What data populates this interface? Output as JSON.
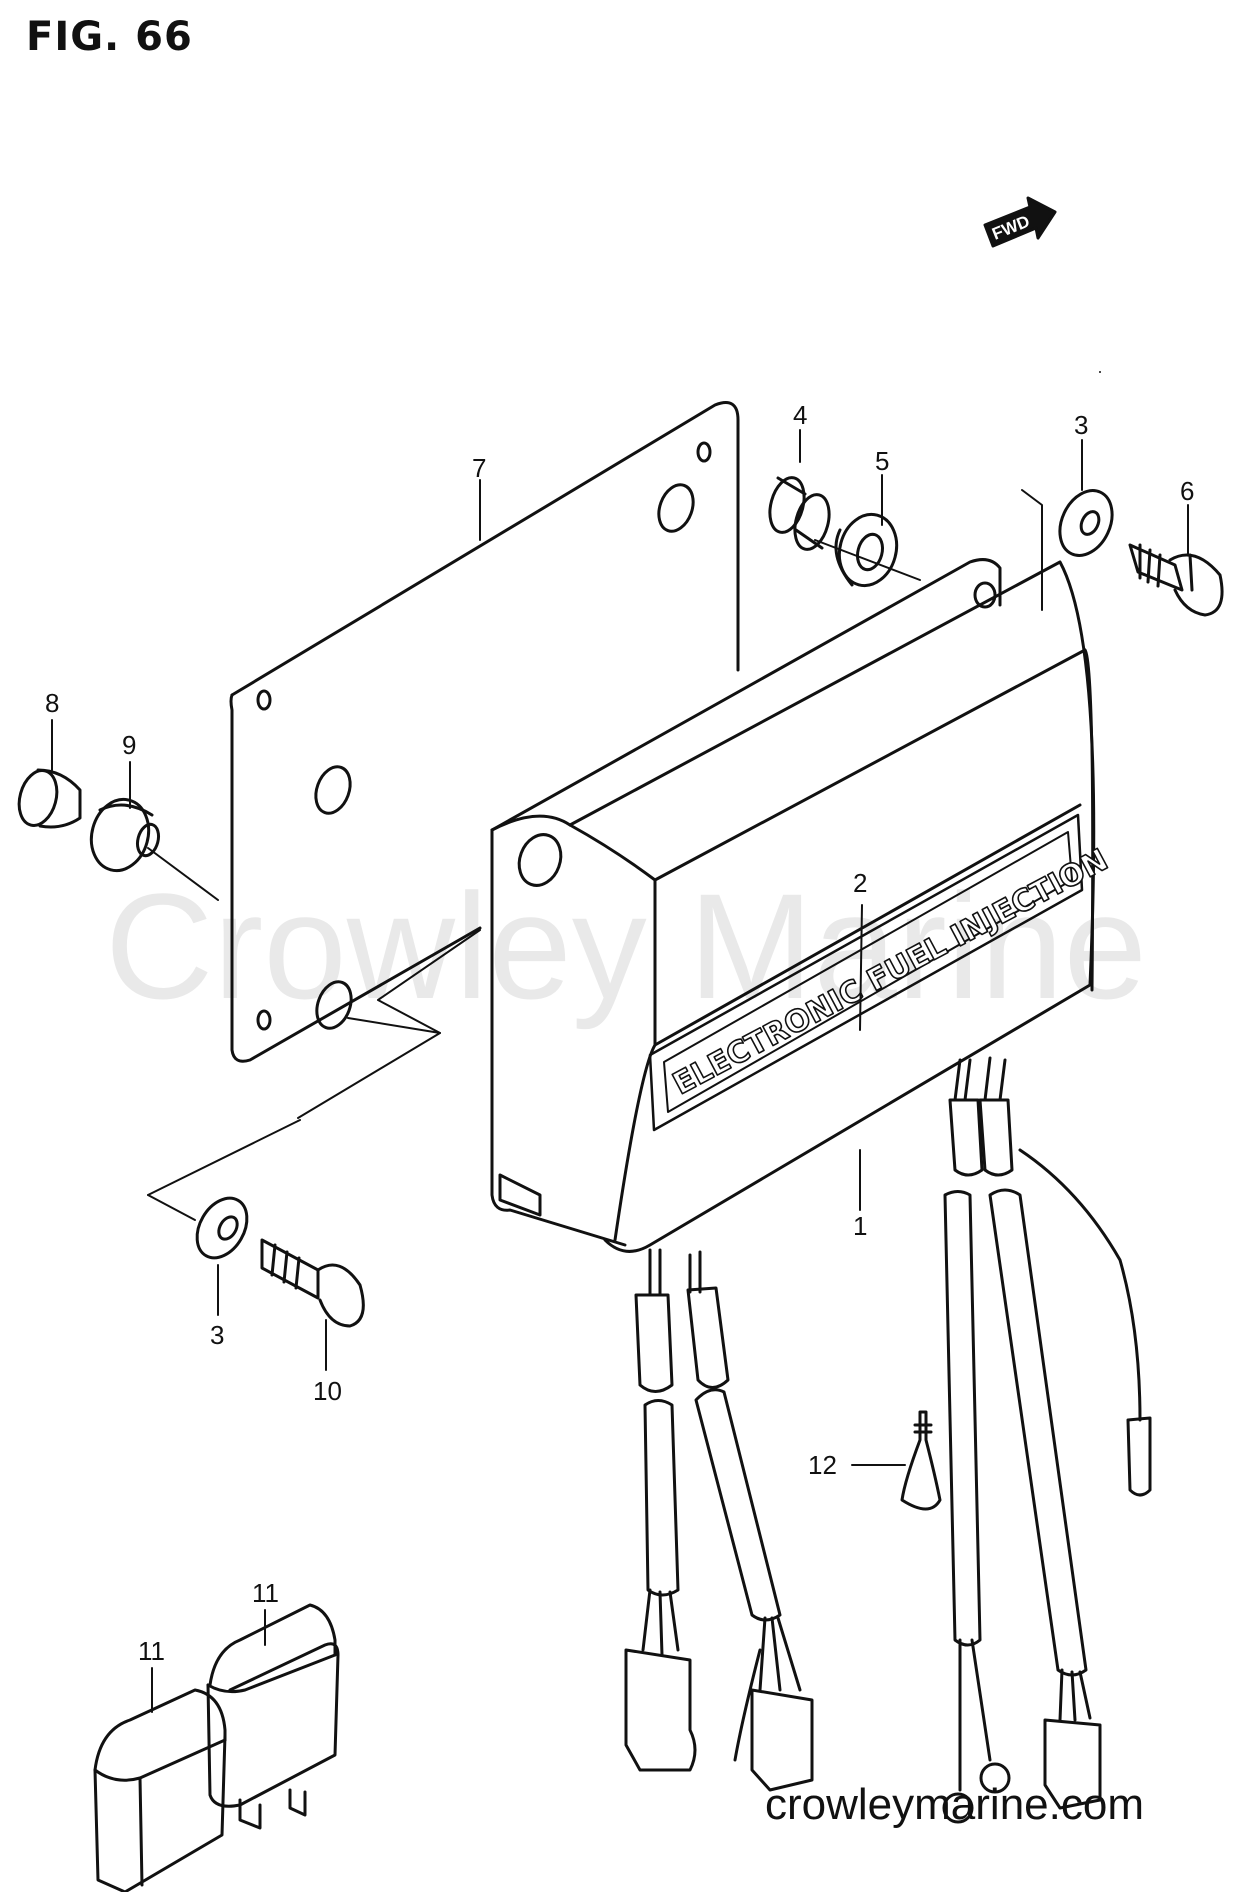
{
  "figure": {
    "title": "FIG. 66",
    "fwd_label": "FWD",
    "module_label": "ELECTRONIC FUEL INJECTION",
    "watermark": "Crowley Marine",
    "website": "crowleymarine.com"
  },
  "callouts": {
    "c1": "1",
    "c2": "2",
    "c3a": "3",
    "c3b": "3",
    "c4": "4",
    "c5": "5",
    "c6": "6",
    "c7": "7",
    "c8": "8",
    "c9": "9",
    "c10": "10",
    "c11a": "11",
    "c11b": "11",
    "c12": "12"
  }
}
